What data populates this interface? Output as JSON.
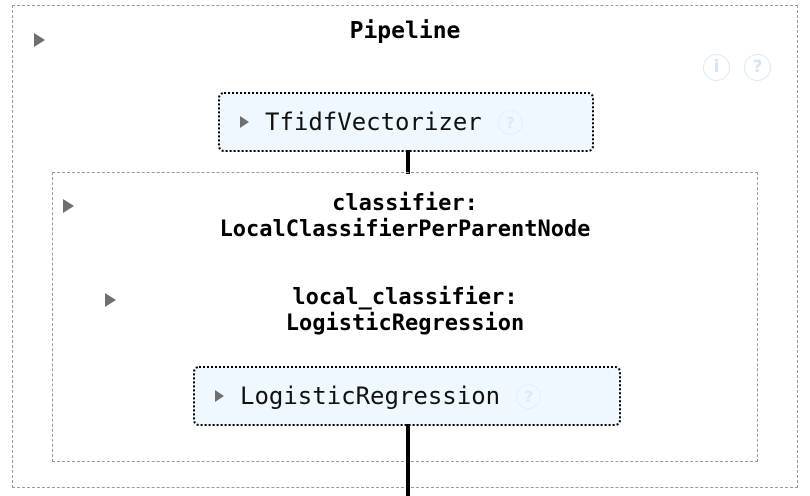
{
  "diagram": {
    "type": "sklearn-estimator-html-repr",
    "title": "Pipeline",
    "header_icons": [
      {
        "name": "info-icon",
        "glyph": "i"
      },
      {
        "name": "help-icon",
        "glyph": "?"
      }
    ],
    "toggle_glyph": "▸",
    "steps": [
      {
        "id": "tfidf",
        "label": "TfidfVectorizer",
        "help_glyph": "?",
        "kind": "estimator"
      },
      {
        "id": "classifier",
        "kind": "container",
        "title_line1": "classifier:",
        "title_line2": "LocalClassifierPerParentNode",
        "children": [
          {
            "id": "local_classifier",
            "kind": "container",
            "title_line1": "local_classifier:",
            "title_line2": "LogisticRegression",
            "children": [
              {
                "id": "logreg",
                "label": "LogisticRegression",
                "help_glyph": "?",
                "kind": "estimator"
              }
            ]
          }
        ]
      }
    ],
    "colors": {
      "estimator_background": "#f0f8ff",
      "estimator_border": "#000000",
      "container_border": "#9a9a9a",
      "icon_blue": "#d4e5f6",
      "connector": "#000000",
      "text": "#000000"
    }
  }
}
